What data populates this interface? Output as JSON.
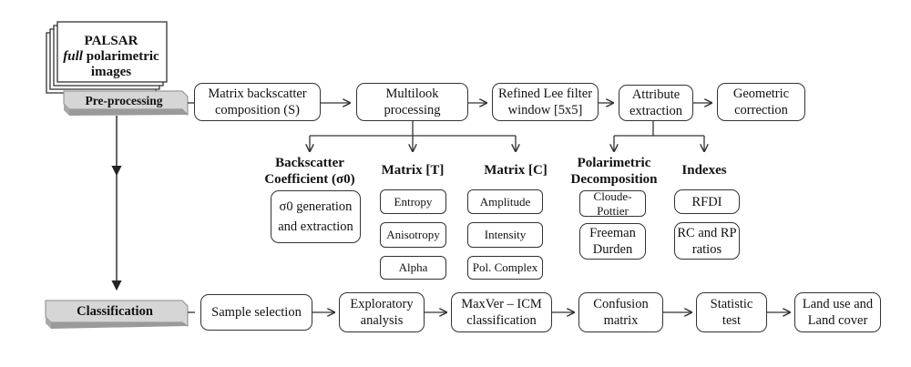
{
  "input": {
    "line1": "PALSAR",
    "line2_italic": "full",
    "line2_rest": " polarimetric",
    "line3": "images"
  },
  "stages": {
    "preprocessing": "Pre-processing",
    "classification": "Classification"
  },
  "preprocessing_steps": [
    {
      "line1": "Matrix backscatter",
      "line2": "composition (S)"
    },
    {
      "line1": "Multilook",
      "line2": "processing"
    },
    {
      "line1": "Refined Lee filter",
      "line2": "window [5x5]"
    },
    {
      "line1": "Attribute",
      "line2": "extraction"
    },
    {
      "line1": "Geometric",
      "line2": "correction"
    }
  ],
  "groups": {
    "backscatter": {
      "title1": "Backscatter",
      "title2": "Coefficient (σ0)",
      "item1": "σ0 generation",
      "item2": "and extraction"
    },
    "matrix_t": {
      "title": "Matrix [T]",
      "items": [
        "Entropy",
        "Anisotropy",
        "Alpha"
      ]
    },
    "matrix_c": {
      "title": "Matrix [C]",
      "items": [
        "Amplitude",
        "Intensity",
        "Pol. Complex"
      ]
    },
    "decomposition": {
      "title1": "Polarimetric",
      "title2": "Decomposition",
      "item1": "Cloude-Pottier",
      "item2a": "Freeman",
      "item2b": "Durden"
    },
    "indexes": {
      "title": "Indexes",
      "item1": "RFDI",
      "item2a": "RC and RP",
      "item2b": "ratios"
    }
  },
  "classification_steps": [
    {
      "line1": "Sample selection",
      "line2": ""
    },
    {
      "line1": "Exploratory",
      "line2": "analysis"
    },
    {
      "line1": "MaxVer – ICM",
      "line2": "classification"
    },
    {
      "line1": "Confusion",
      "line2": "matrix"
    },
    {
      "line1": "Statistic",
      "line2": "test"
    },
    {
      "line1": "Land use and",
      "line2": "Land cover"
    }
  ],
  "colors": {
    "stroke": "#333333",
    "tag_fill": "#d6d6d6",
    "tag_edge": "#9a9a9a"
  }
}
